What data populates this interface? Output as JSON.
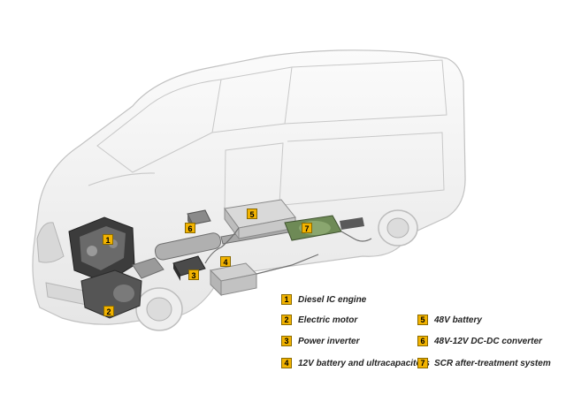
{
  "components": [
    {
      "number": "1",
      "label": "Diesel IC engine"
    },
    {
      "number": "2",
      "label": "Electric  motor"
    },
    {
      "number": "3",
      "label": "Power inverter"
    },
    {
      "number": "4",
      "label": "12V battery and ultracapacitors"
    },
    {
      "number": "5",
      "label": "48V battery"
    },
    {
      "number": "6",
      "label": "48V-12V DC-DC converter"
    },
    {
      "number": "7",
      "label": "SCR after-treatment system"
    }
  ],
  "colors": {
    "marker": "#f2b300",
    "van_outline": "#c8c8c8",
    "component_dark": "#4a4a4a",
    "component_green": "#5f7a4a"
  },
  "icons": [
    "van-illustration"
  ]
}
